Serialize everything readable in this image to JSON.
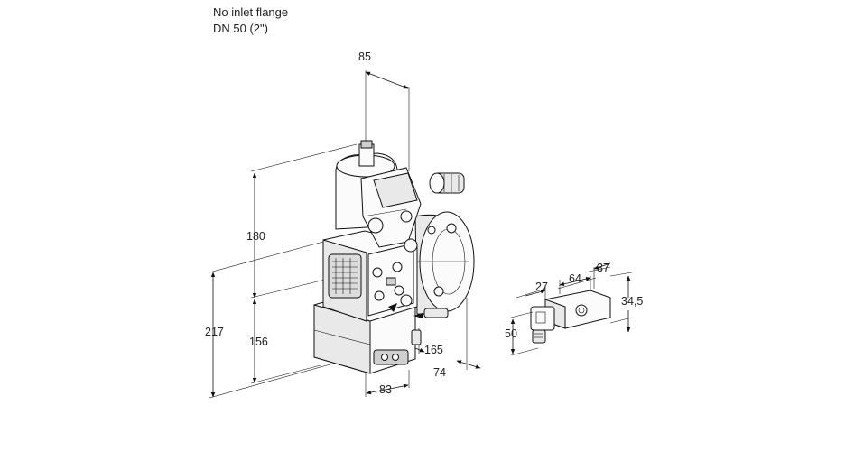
{
  "header": {
    "line1": "No inlet flange",
    "line2": "DN 50 (2\")"
  },
  "dimensions": {
    "top_width": "85",
    "height_upper": "180",
    "height_total": "217",
    "height_lower": "156",
    "offset_165": "165",
    "depth_74": "74",
    "width_83": "83",
    "detail_27": "27",
    "detail_64": "64",
    "detail_37": "37",
    "detail_34_5": "34,5",
    "detail_50": "50"
  }
}
